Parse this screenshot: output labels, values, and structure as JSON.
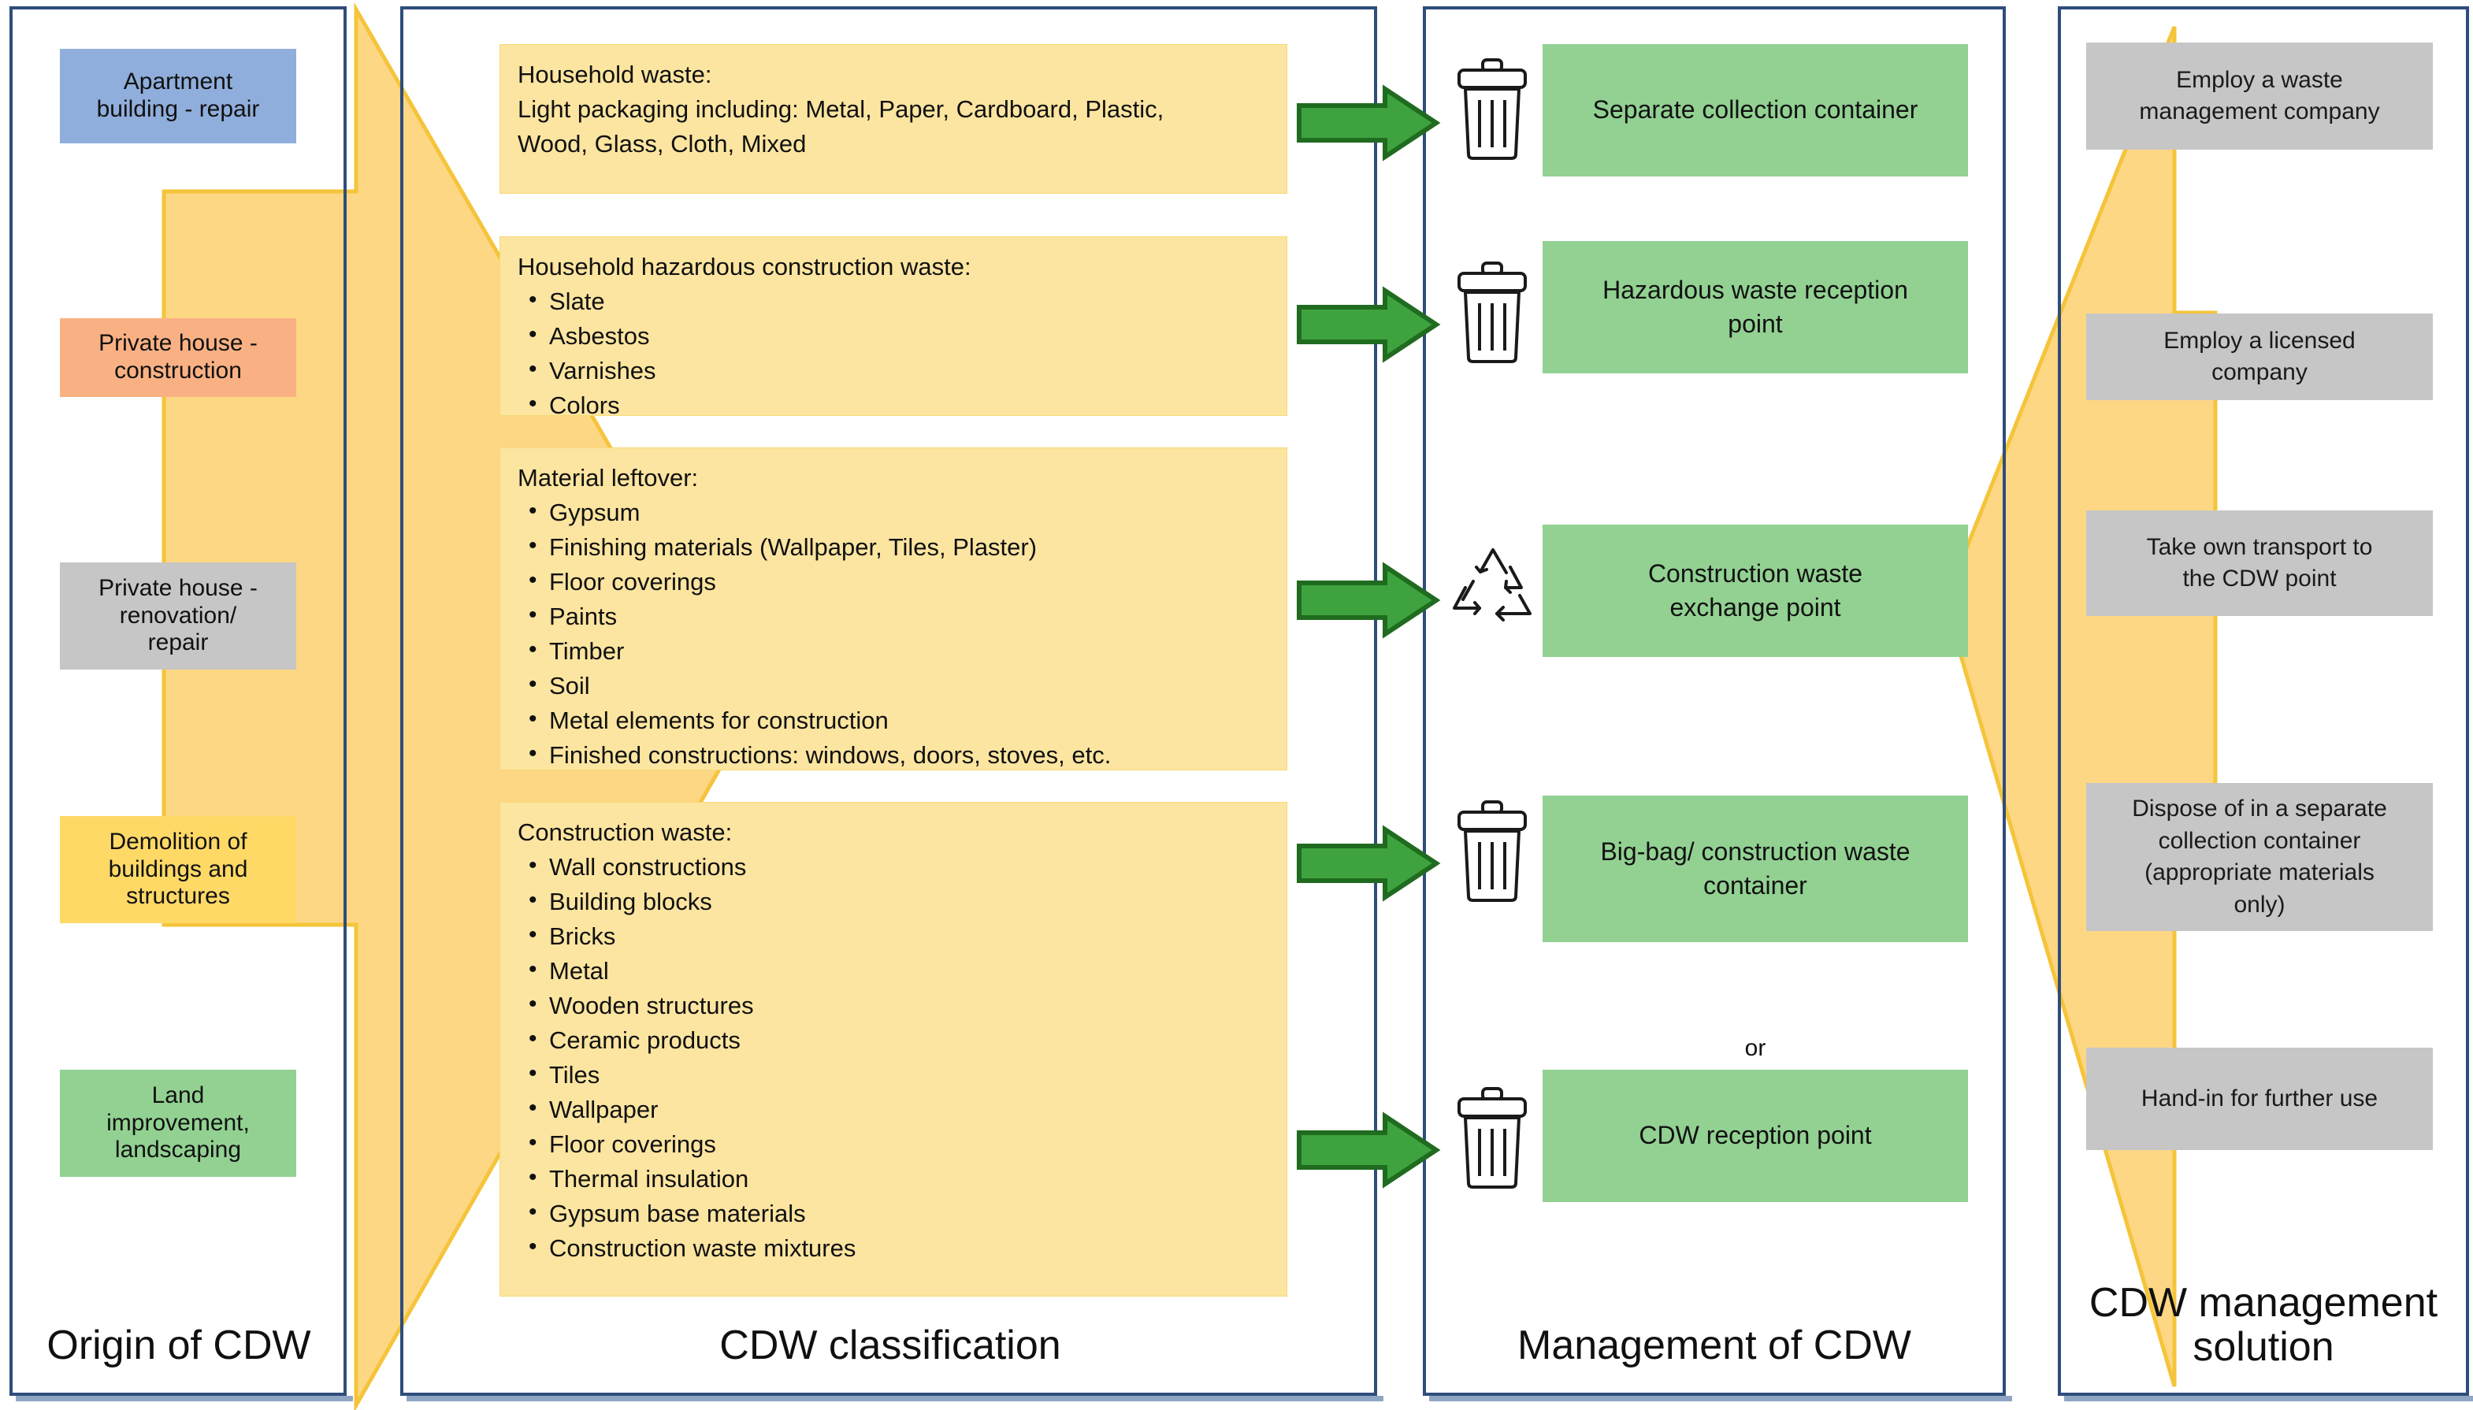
{
  "colors": {
    "frame_border": "#2e4d7b",
    "yellow_arrow_fill": "#fdd784",
    "yellow_arrow_stroke": "#f5c43a",
    "class_box_fill": "#fce5a0",
    "green_box_fill": "#92d192",
    "green_arrow_fill": "#3ea33e",
    "green_arrow_stroke": "#1f6b1f",
    "grey_box_fill": "#c6c6c6",
    "origin_blue": "#8faedc",
    "origin_orange": "#f9b184",
    "origin_grey": "#c6c6c6",
    "origin_yellow": "#ffd966",
    "origin_green": "#92d192"
  },
  "columns": [
    {
      "id": "origin",
      "title": "Origin of CDW"
    },
    {
      "id": "classification",
      "title": "CDW classification"
    },
    {
      "id": "management",
      "title": "Management of CDW"
    },
    {
      "id": "solution",
      "title": "CDW management\nsolution"
    }
  ],
  "origin": {
    "items": [
      {
        "label": "Apartment\nbuilding - repair",
        "color": "#8faedc"
      },
      {
        "label": "Private house -\nconstruction",
        "color": "#f9b184"
      },
      {
        "label": "Private house -\nrenovation/\nrepair",
        "color": "#c6c6c6"
      },
      {
        "label": "Demolition of\nbuildings and\nstructures",
        "color": "#ffd966"
      },
      {
        "label": "Land\nimprovement,\nlandscaping",
        "color": "#92d192"
      }
    ]
  },
  "classification": {
    "groups": [
      {
        "heading": "Household waste:\nLight packaging including: Metal, Paper, Cardboard, Plastic,\nWood, Glass, Cloth, Mixed",
        "items": []
      },
      {
        "heading": "Household hazardous construction waste:",
        "items": [
          "Slate",
          "Asbestos",
          "Varnishes",
          "Colors"
        ]
      },
      {
        "heading": "Material leftover:",
        "items": [
          "Gypsum",
          "Finishing materials (Wallpaper, Tiles, Plaster)",
          "Floor coverings",
          "Paints",
          "Timber",
          "Soil",
          "Metal elements for construction",
          "Finished constructions: windows, doors, stoves, etc."
        ]
      },
      {
        "heading": "Construction waste:",
        "items": [
          "Wall constructions",
          "Building blocks",
          "Bricks",
          "Metal",
          "Wooden structures",
          "Ceramic products",
          "Tiles",
          "Wallpaper",
          "Floor coverings",
          "Thermal insulation",
          "Gypsum base materials",
          "Construction waste mixtures"
        ]
      }
    ]
  },
  "management": {
    "or_label": "or",
    "items": [
      {
        "icon": "trash-bin-icon",
        "label": "Separate collection container"
      },
      {
        "icon": "trash-bin-icon",
        "label": "Hazardous waste reception\npoint"
      },
      {
        "icon": "recycling-loop-icon",
        "label": "Construction waste\nexchange point"
      },
      {
        "icon": "trash-bin-icon",
        "label": "Big-bag/ construction waste\ncontainer"
      },
      {
        "icon": "trash-bin-icon",
        "label": "CDW reception point"
      }
    ]
  },
  "solution": {
    "items": [
      "Employ a waste\nmanagement company",
      "Employ a licensed\ncompany",
      "Take own transport to\nthe CDW point",
      "Dispose of in a separate\ncollection container\n(appropriate materials\nonly)",
      "Hand-in for further use"
    ]
  },
  "flow_arrows": {
    "green_arrow_count": 5,
    "yellow_arrow_left": "origin-to-classification",
    "yellow_arrow_right": "solution-to-management"
  }
}
